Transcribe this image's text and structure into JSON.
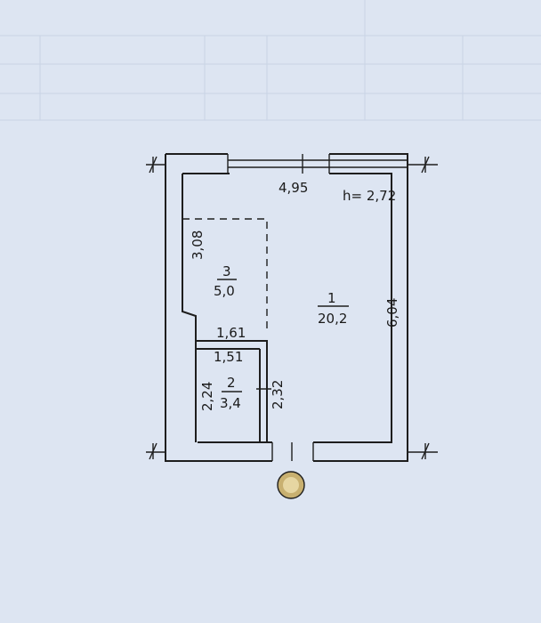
{
  "ceiling_height": "h= 2,72",
  "dimensions": {
    "top_width": "4,95",
    "right_height": "6,04",
    "left_upper_height": "3,08",
    "mid_width": "1,61",
    "bath_width": "1,51",
    "bath_height": "2,24",
    "bath_right_height": "2,32"
  },
  "rooms": [
    {
      "number": "1",
      "area": "20,2"
    },
    {
      "number": "2",
      "area": "3,4"
    },
    {
      "number": "3",
      "area": "5,0"
    }
  ],
  "colors": {
    "paper": "#dde5f2",
    "lines": "#1e1e1e",
    "grid": "#c9d3e4",
    "stamp": "#c8b070"
  }
}
